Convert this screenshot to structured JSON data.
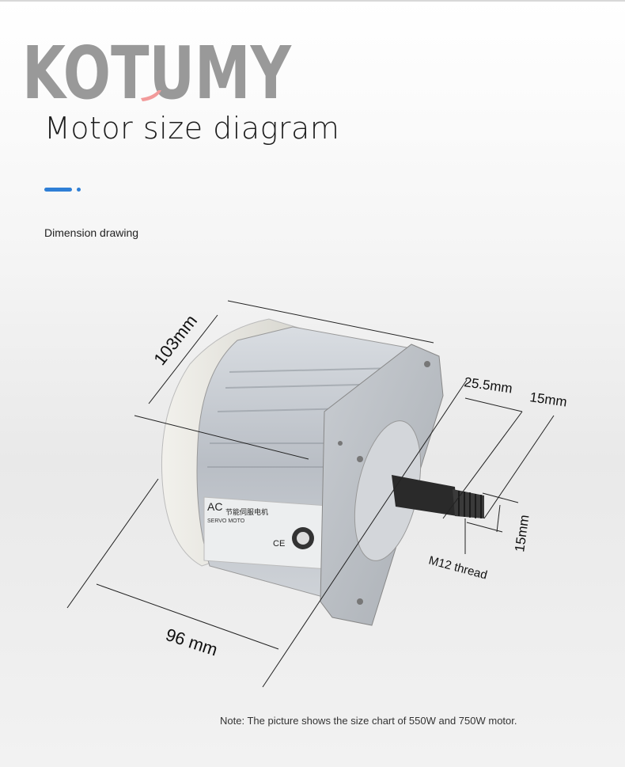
{
  "brand": {
    "logo_text": "KOTUMY",
    "logo_color": "#999999",
    "accent_red": "#f29a9a"
  },
  "header": {
    "title": "Motor size diagram",
    "subtitle": "Dimension drawing",
    "accent_color": "#2f7fd6"
  },
  "dimensions": {
    "height": "103mm",
    "depth": "96 mm",
    "flange": "25.5mm",
    "shaft_length": "15mm",
    "shaft_diameter": "15mm",
    "thread": "M12 thread"
  },
  "motor_label": {
    "type": "AC",
    "name_cn": "节能伺服电机",
    "name_en": "SERVO MOTO",
    "mark": "CE"
  },
  "footer": {
    "note": "Note: The picture shows the size chart of 550W and 750W motor."
  }
}
